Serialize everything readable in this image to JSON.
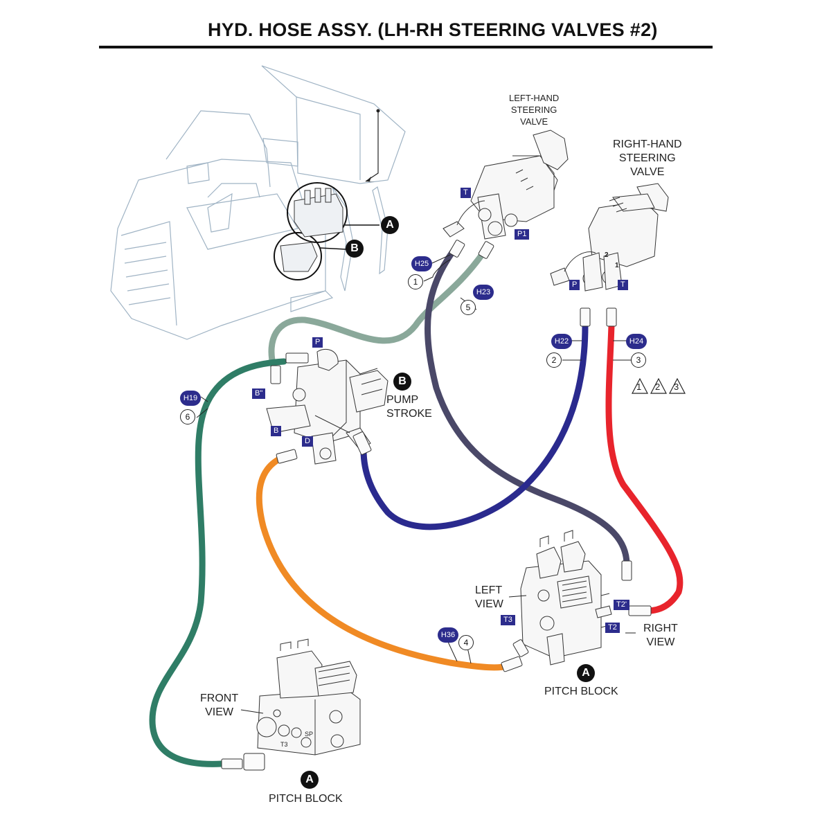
{
  "title": "HYD. HOSE ASSY. (LH-RH STEERING VALVES #2)",
  "labels": {
    "lh_valve": "LEFT-HAND\nSTEERING\nVALVE",
    "rh_valve": "RIGHT-HAND\nSTEERING\nVALVE",
    "pump_stroke": "PUMP\nSTROKE",
    "left_view": "LEFT\nVIEW",
    "right_view": "RIGHT\nVIEW",
    "front_view": "FRONT\nVIEW",
    "pitch_block_1": "PITCH BLOCK",
    "pitch_block_2": "PITCH BLOCK",
    "t3_small": "T3",
    "sp_small": "SP"
  },
  "callouts": {
    "A_detail": "A",
    "B_detail": "B",
    "B_pump": "B",
    "A_pitch_right": "A",
    "A_pitch_front": "A"
  },
  "hoses": [
    {
      "id": "H25",
      "item": "1",
      "color": "#4a4868"
    },
    {
      "id": "H22",
      "item": "2",
      "color": "#2a2a8e"
    },
    {
      "id": "H24",
      "item": "3",
      "color": "#e8242c"
    },
    {
      "id": "H36",
      "item": "4",
      "color": "#f08a24"
    },
    {
      "id": "H23",
      "item": "5",
      "color": "#8aa89a"
    },
    {
      "id": "H19",
      "item": "6",
      "color": "#2f7d66"
    }
  ],
  "ports": {
    "lh_t": "T",
    "lh_p1": "P1",
    "rh_p": "P",
    "rh_t": "T",
    "pump_p": "P",
    "pump_b2": "B\"",
    "pump_b": "B",
    "pump_d": "D",
    "pitch_t2p": "T2'",
    "pitch_t2": "T2",
    "pitch_t3": "T3"
  },
  "valve_marks": {
    "mark_2": "2",
    "mark_1": "1"
  },
  "notes": [
    "1",
    "2",
    "3"
  ]
}
